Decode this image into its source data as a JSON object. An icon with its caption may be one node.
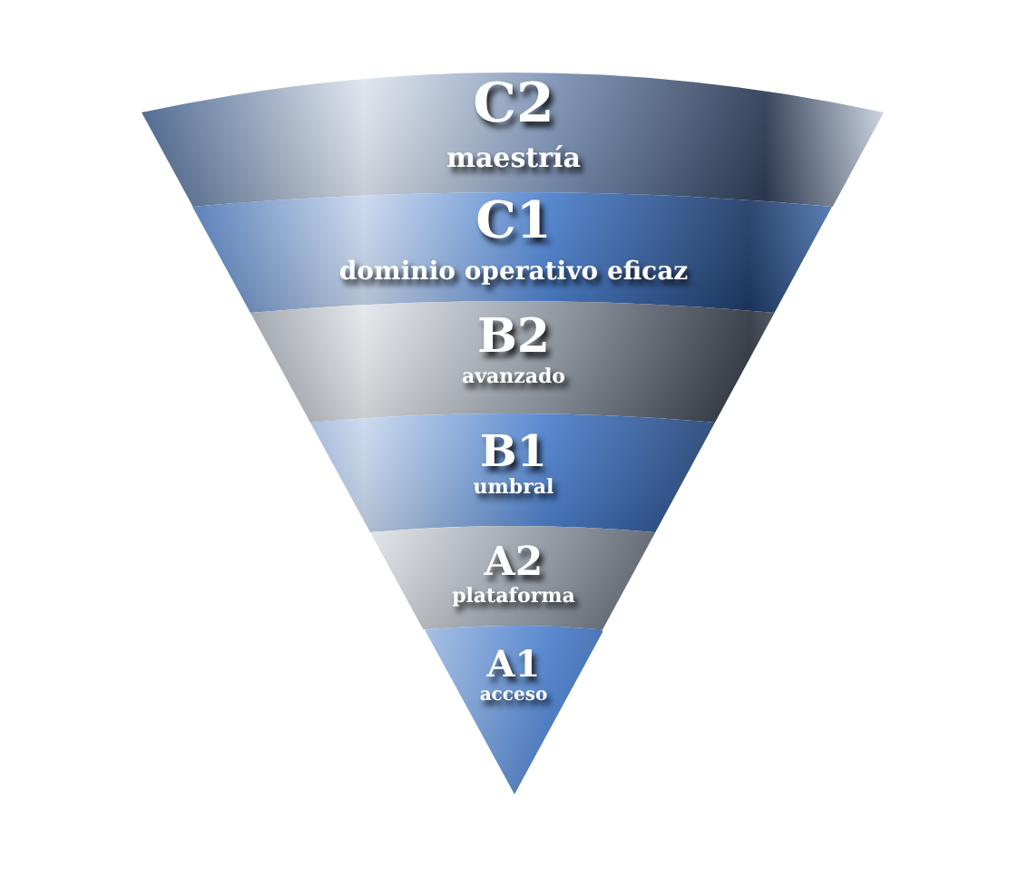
{
  "diagram": {
    "nodes": [
      {
        "text": [
          "C2",
          "maestría"
        ]
      },
      {
        "text": [
          "C1",
          "dominio operativo eficaz"
        ]
      },
      {
        "text": [
          "B2",
          "avanzado"
        ]
      },
      {
        "text": [
          "B1",
          "umbral"
        ]
      },
      {
        "text": [
          "A2",
          "plataforma"
        ]
      },
      {
        "text": [
          "A1",
          "acceso"
        ]
      }
    ]
  }
}
